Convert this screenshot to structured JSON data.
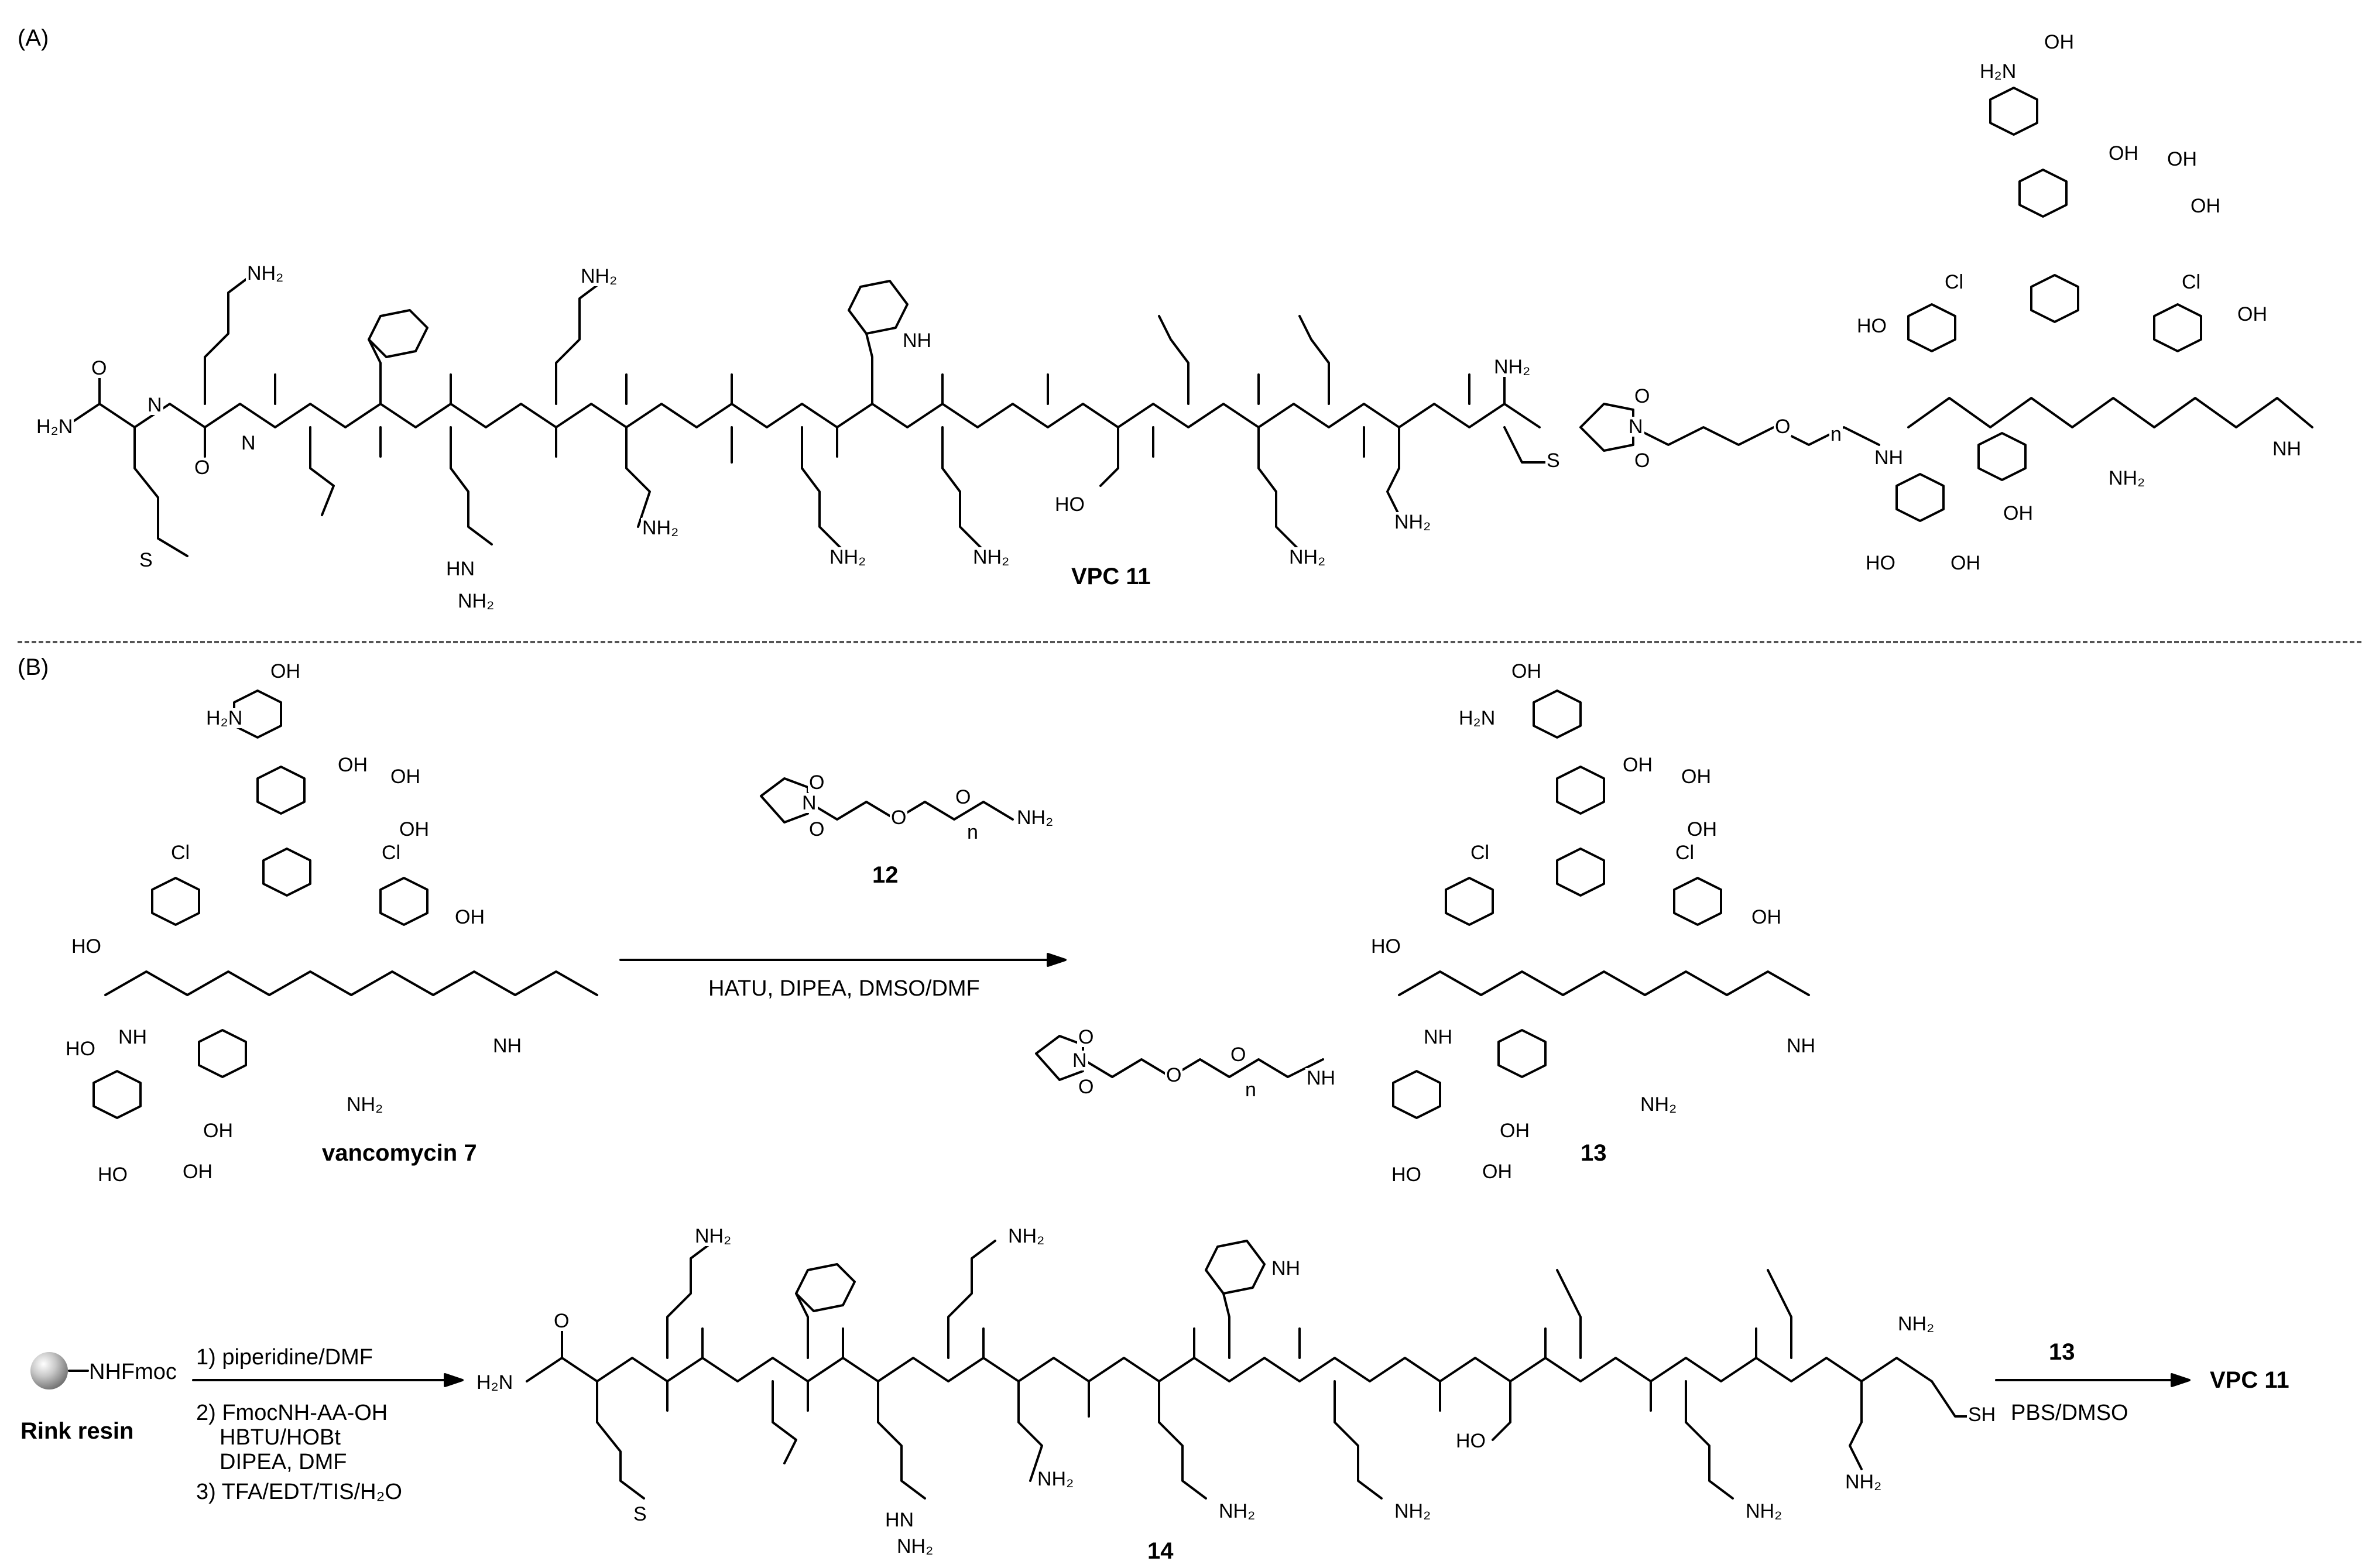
{
  "panels": {
    "a": "(A)",
    "b": "(B)"
  },
  "compounds": {
    "vpc": "VPC 11",
    "vancomycin": "vancomycin 7",
    "linker": "12",
    "conjugate": "13",
    "peptide": "14",
    "resin": "Rink resin",
    "product": "VPC 11"
  },
  "reaction1": {
    "conditions": "HATU, DIPEA, DMSO/DMF"
  },
  "reaction2": {
    "step1": "1) piperidine/DMF",
    "step2_line1": "2) FmocNH-AA-OH",
    "step2_line2": "HBTU/HOBt",
    "step2_line3": "DIPEA, DMF",
    "step3": "3) TFA/EDT/TIS/H₂O"
  },
  "reaction3": {
    "reagent": "13",
    "conditions": "PBS/DMSO"
  },
  "resin_group": "NHFmoc",
  "atoms": {
    "h2n": "H₂N",
    "nh2": "NH₂",
    "nh": "NH",
    "hn": "HN",
    "n": "N",
    "o": "O",
    "s": "S",
    "oh": "OH",
    "ho": "HO",
    "cl": "Cl",
    "hooc": "HO",
    "sh": "SH",
    "n_sub": "n",
    "hnh": "HN"
  }
}
